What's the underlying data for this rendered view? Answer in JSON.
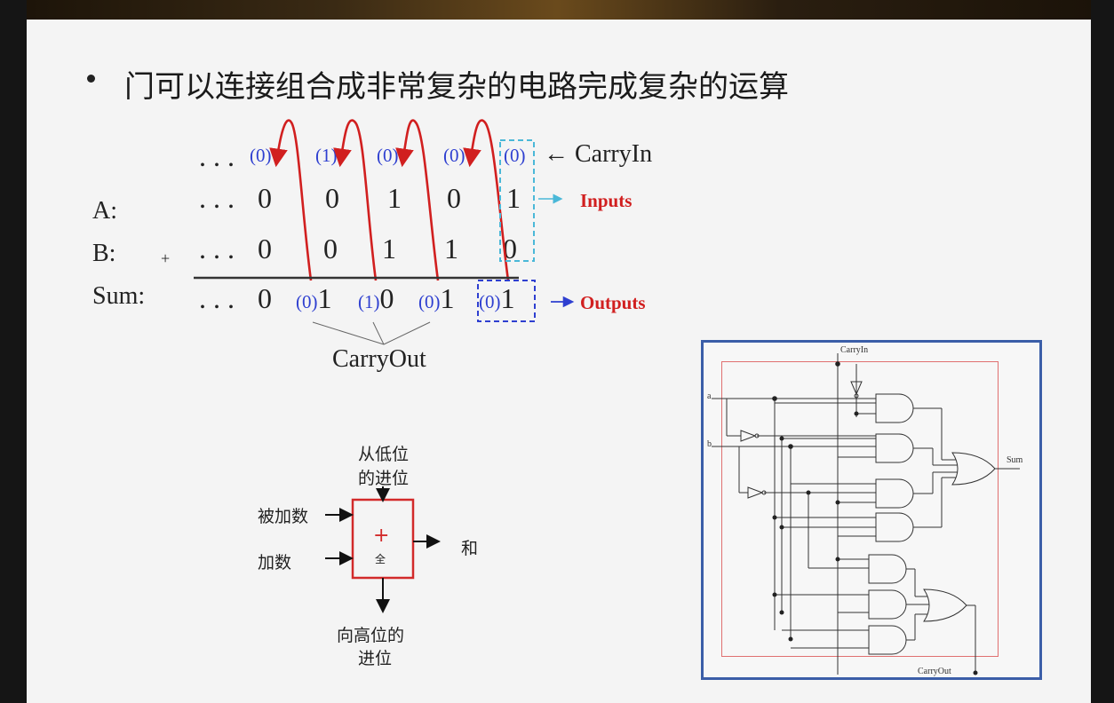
{
  "slide": {
    "bullet": "门可以连接组合成非常复杂的电路完成复杂的运算"
  },
  "addition": {
    "ellipsis": ". . .",
    "carry_in_values": [
      "(0)",
      "(1)",
      "(0)",
      "(0)",
      "(0)"
    ],
    "carry_in_label": "← CarryIn",
    "row_a_label": "A:",
    "row_b_label": "B:",
    "plus_sign": "+",
    "sum_label": "Sum:",
    "a_digits": [
      "0",
      "0",
      "1",
      "0",
      "1"
    ],
    "b_digits": [
      "0",
      "0",
      "1",
      "1",
      "0"
    ],
    "sum_leading": "0",
    "sum_digits": [
      "(0)1",
      "(1)0",
      "(0)1",
      "(0)1"
    ],
    "inputs_label": "Inputs",
    "outputs_label": "Outputs",
    "carry_out_label": "CarryOut",
    "colors": {
      "blue": "#2e3fd0",
      "red": "#d11f1f",
      "cyan": "#4ab8d8"
    }
  },
  "adder_block": {
    "carry_from_low": [
      "从低位",
      "的进位"
    ],
    "addend1": "被加数",
    "addend2": "加数",
    "plus": "+",
    "small_glyph": "全",
    "sum": "和",
    "carry_to_high": [
      "向高位的",
      "进位"
    ],
    "box_color": "#d22a2a"
  },
  "circuit": {
    "carry_in": "CarryIn",
    "input_a": "a",
    "input_b": "b",
    "sum": "Sum",
    "carry_out": "CarryOut",
    "frame_color": "#3b5ea8"
  }
}
